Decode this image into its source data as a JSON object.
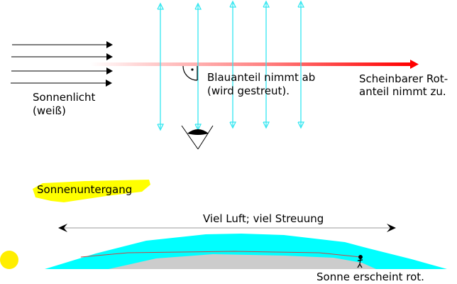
{
  "colors": {
    "sunlight_arrows": "#000000",
    "scatter_arrows": "#33e6f0",
    "red_beam_end": "#ff0000",
    "sun": "#ffee00",
    "highlight": "#ffff00",
    "atmosphere": "#00ffff",
    "ground": "#cccccc",
    "sightline": "#cc3333"
  },
  "top_section": {
    "sunlight_label_line1": "Sonnenlicht",
    "sunlight_label_line2": "(weiß)",
    "scatter_label_line1": "Blauanteil nimmt ab",
    "scatter_label_line2": "(wird gestreut).",
    "red_label_line1": "Scheinbarer Rot-",
    "red_label_line2": "anteil nimmt zu.",
    "icons": [
      "sunlight-arrow-icon",
      "scatter-arrow-icon",
      "right-angle-icon",
      "eye-icon"
    ]
  },
  "bottom_section": {
    "title": "Sonnenuntergang",
    "path_label": "Viel Luft; viel Streuung",
    "observer_label": "Sonne erscheint rot.",
    "icons": [
      "sun-icon",
      "observer-icon"
    ]
  }
}
